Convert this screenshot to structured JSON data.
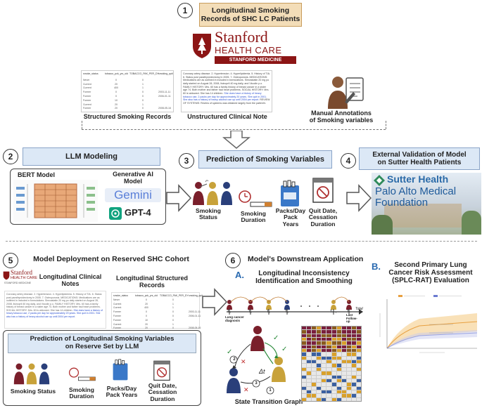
{
  "sec1": {
    "num": "1",
    "title_l1": "Longitudinal Smoking",
    "title_l2": "Records of SHC LC Patients",
    "logo_top": "Stanford",
    "logo_mid": "HEALTH CARE",
    "logo_bot": "STANFORD MEDICINE",
    "structured_label": "Structured Smoking Records",
    "note_label": "Unstructured Clinical Note",
    "manual_label_l1": "Manual Annotations",
    "manual_label_l2": "of Smoking variables",
    "table_headers": [
      "smoke_status",
      "tobacco_pck_yrs_old",
      "TOBACCO_PAK_PER_DY",
      "smoking_quit"
    ],
    "table_rows": [
      [
        "Never",
        "0",
        "0",
        ""
      ],
      [
        "Current",
        "20",
        "1",
        ""
      ],
      [
        "Current",
        "400",
        "1",
        ""
      ],
      [
        "Former",
        "0",
        "0",
        "2003-11-11"
      ],
      [
        "Former",
        "0",
        "0",
        "2006-01-11"
      ],
      [
        "Former",
        "10",
        "0",
        ""
      ],
      [
        "Current",
        "20",
        "1",
        ""
      ],
      [
        "Former",
        "20",
        "0",
        "2008-05-16"
      ]
    ],
    "note_text": "Coronary artery disease. 2. Hypertension. 4. Hyperlipidemia. 5. History of TIA. 6. Status post parathyroidectomy in 2005. 7. Osteoporosis. MEDICATIONS: Medications are as outlined in included e-formulations. Simvastatin 20 mg po daily started on August 28, 2008, lisinopril 40 mg daily, and Vicodin p.o. FAMILY HISTORY: Mrs. 60 has a family history of breast cancer in a sister age 74. Both mother and father had heart problems. SOCIAL HISTORY: Mrs. 60 is widowed. She has 14 children.",
    "note_highlight": "She does have a history of heavy tobacco use, 2 packs per day for approximately 20 years. She quit in 2001. She also has a history of heavy alcohol use up until 2004 per report.",
    "note_tail": "REVIEW OF SYSTEMS: Review of systems was obtained largely from the patient's"
  },
  "sec2": {
    "num": "2",
    "title": "LLM Modeling",
    "bert": "BERT Model",
    "genai_l1": "Generative AI",
    "genai_l2": "Model",
    "gemini": "Gemini",
    "gpt": "GPT-4"
  },
  "sec3": {
    "num": "3",
    "title": "Prediction of Smoking Variables",
    "status_l1": "Smoking",
    "status_l2": "Status",
    "duration_l1": "Smoking",
    "duration_l2": "Duration",
    "packs_l1": "Packs/Day",
    "packs_l2": "Pack",
    "packs_l3": "Years",
    "quit_l1": "Quit Date,",
    "quit_l2": "Cessation",
    "quit_l3": "Duration"
  },
  "sec4": {
    "num": "4",
    "title_l1": "External Validation of Model",
    "title_l2": "on Sutter Health Patients",
    "sutter": "Sutter Health",
    "pamf_l1": "Palo Alto Medical",
    "pamf_l2": "Foundation"
  },
  "sec5": {
    "num": "5",
    "title": "Model Deployment on Reserved SHC Cohort",
    "logo_top": "Stanford",
    "logo_mid": "HEALTH CARE",
    "logo_bot": "STANFORD MEDICINE",
    "notes_l1": "Longitudinal Clinical",
    "notes_l2": "Notes",
    "records_l1": "Longitudinal Structured",
    "records_l2": "Records",
    "pred_l1": "Prediction of Longitudinal Smoking Variables",
    "pred_l2": "on Reserve Set by LLM",
    "status": "Smoking Status",
    "duration_l1": "Smoking",
    "duration_l2": "Duration",
    "packs_l1": "Packs/Day",
    "packs_l2": "Pack Years",
    "quit_l1": "Quit Date,",
    "quit_l2": "Cessation",
    "quit_l3": "Duration"
  },
  "sec6": {
    "num": "6",
    "title": "Model's Downstream Application",
    "a_letter": "A.",
    "a_l1": "Longitudinal Inconsistency",
    "a_l2": "Identification and Smoothing",
    "b_letter": "B.",
    "b_l1": "Second Primary Lung",
    "b_l2": "Cancer Risk Assessment",
    "b_l3": "(SPLC-RAT) Evaluation",
    "lc_l1": "Lung cancer",
    "lc_l2": "diagnosis",
    "last_l1": "Last",
    "last_l2": "Follow-",
    "last_l3": "up",
    "total": "Total",
    "t_labels": [
      "T₀",
      "T₁",
      "T₂",
      "T₃",
      "Tₙ₋₁",
      "Tₙ"
    ],
    "edge_labels": [
      "1",
      "2",
      "3"
    ],
    "dt": "Δt",
    "graph_label": "State Transition Graph"
  },
  "colors": {
    "tan_box": "#f3ddb8",
    "blue_box": "#dce8f6",
    "stanford_red": "#8c1515",
    "heat_brown": "#8a5a1e",
    "heat_maroon": "#7a1f3d",
    "heat_gold": "#d9a02a",
    "heat_blue": "#3a5fa0"
  },
  "icons": [
    "smoker-icon",
    "former-smoker-icon",
    "non-smoker-icon",
    "cigarette-icon",
    "cigarette-pack-icon",
    "calendar-icon",
    "annotator-icon",
    "down-arrow-icon",
    "right-arrow-icon"
  ]
}
